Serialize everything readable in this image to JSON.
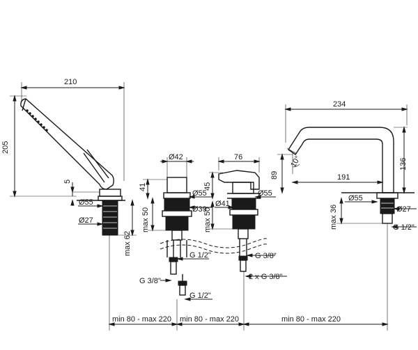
{
  "dimensions": {
    "handshower_length": "210",
    "handshower_height": "205",
    "handshower_gap": "5",
    "handshower_outer": "Ø55",
    "handshower_thread": "Ø27",
    "handshower_max": "max 62",
    "handle1_diameter": "Ø42",
    "handle1_height": "41",
    "handle1_base": "Ø55",
    "handle1_inner": "Ø39",
    "handle1_max": "max 50",
    "handle2_width": "76",
    "handle2_height": "45",
    "handle2_inner": "Ø41",
    "handle2_base": "Ø55",
    "handle2_max": "max 50",
    "spout_length": "234",
    "spout_reach": "191",
    "spout_height": "136",
    "spout_outlet_height": "89",
    "spout_angle": "10°",
    "spout_base": "Ø55",
    "spout_thread": "Ø27",
    "spout_max": "max 36",
    "spout_connection": "G 1/2\""
  },
  "connections": {
    "valve1_top": "G 1/2\"",
    "valve1_side": "G 3/8\"",
    "valve1_bottom": "G 1/2\"",
    "valve2_top": "G 3/8\"",
    "valve2_pair": "2 x G 3/8\""
  },
  "spacing": {
    "span1": "min 80 - max 220",
    "span2": "min 80 - max 220",
    "span3": "min 80 - max 220"
  }
}
